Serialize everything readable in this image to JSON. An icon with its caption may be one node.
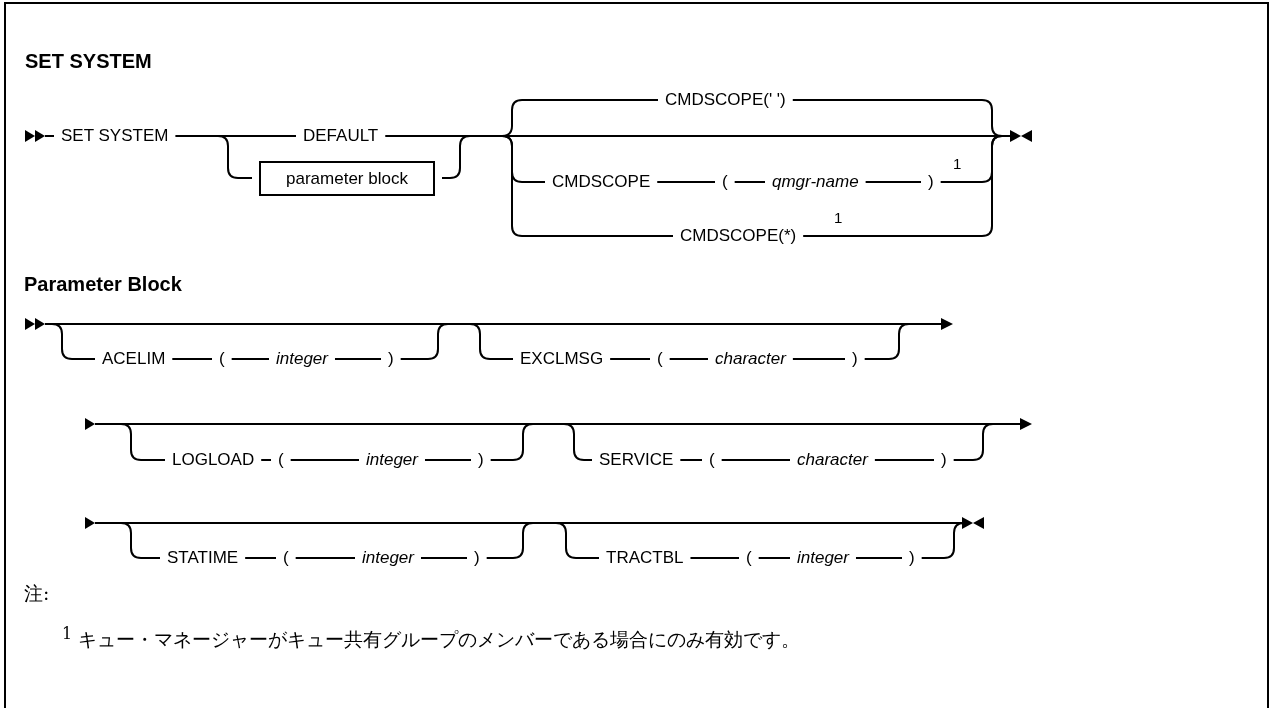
{
  "diagram": {
    "title": "SET SYSTEM",
    "nodes": [
      {
        "text": [
          "parameter block"
        ]
      }
    ],
    "labels": [
      "SET SYSTEM",
      "DEFAULT",
      "CMDSCOPE(' ')",
      "CMDSCOPE",
      "(",
      "qmgr-name",
      ")",
      "1",
      "CMDSCOPE(*)",
      "1",
      "Parameter Block",
      "ACELIM",
      "(",
      "integer",
      ")",
      "EXCLMSG",
      "(",
      "character",
      ")",
      "LOGLOAD",
      "(",
      "integer",
      ")",
      "SERVICE",
      "(",
      "character",
      ")",
      "STATIME",
      "(",
      "integer",
      ")",
      "TRACTBL",
      "(",
      "integer",
      ")",
      "注:",
      "$^{1}$ キュー・マネージャーがキュー共有グループのメンバーである場合にのみ有効です。"
    ]
  }
}
